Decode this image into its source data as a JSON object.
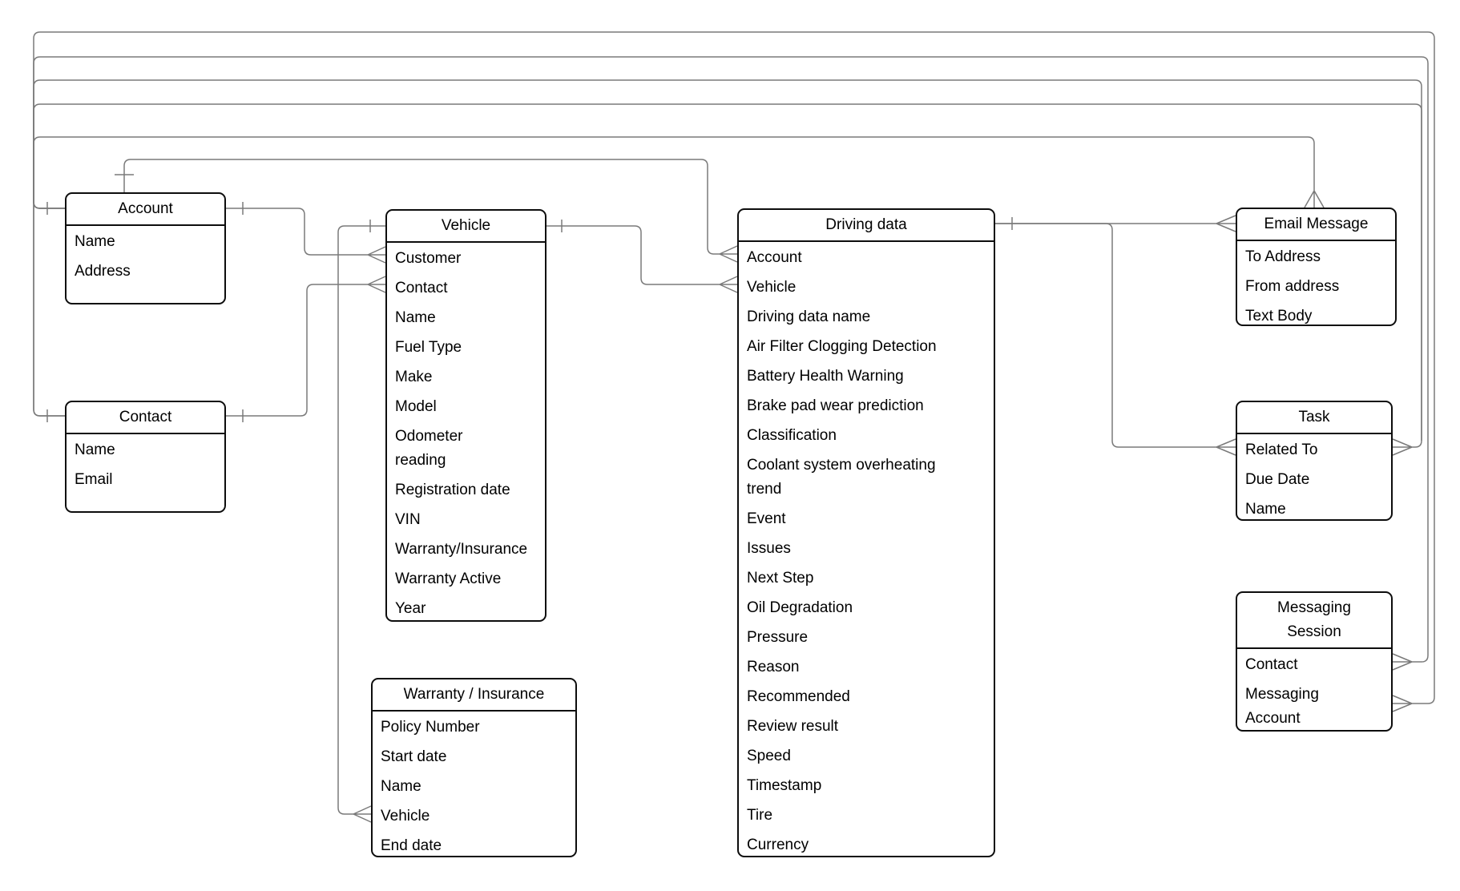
{
  "diagram": {
    "type": "entity-relationship-diagram",
    "colors": {
      "background": "#ffffff",
      "entity_border": "#0d0d0d",
      "connector_line": "#7a7a7a",
      "text": "#000000"
    },
    "notation": "crows-foot"
  },
  "entities": {
    "account": {
      "title": "Account",
      "fields": [
        "Name",
        "Address"
      ]
    },
    "contact": {
      "title": "Contact",
      "fields": [
        "Name",
        "Email"
      ]
    },
    "vehicle": {
      "title": "Vehicle",
      "fields": [
        "Customer",
        "Contact",
        "Name",
        "Fuel Type",
        "Make",
        "Model",
        "Odometer reading",
        "Registration date",
        "VIN",
        "Warranty/Insurance",
        "Warranty Active",
        "Year"
      ]
    },
    "warranty": {
      "title": "Warranty / Insurance",
      "fields": [
        "Policy Number",
        "Start date",
        "Name",
        "Vehicle",
        "End date"
      ]
    },
    "driving": {
      "title": "Driving data",
      "fields": [
        "Account",
        "Vehicle",
        "Driving data name",
        "Air Filter Clogging Detection",
        "Battery Health Warning",
        "Brake pad wear prediction",
        "Classification",
        "Coolant system overheating trend",
        "Event",
        "Issues",
        "Next Step",
        "Oil Degradation",
        "Pressure",
        "Reason",
        "Recommended",
        "Review result",
        "Speed",
        "Timestamp",
        "Tire",
        "Currency"
      ]
    },
    "email": {
      "title": "Email Message",
      "fields": [
        "To Address",
        "From address",
        "Text Body"
      ]
    },
    "task": {
      "title": "Task",
      "fields": [
        "Related To",
        "Due Date",
        "Name"
      ]
    },
    "messaging": {
      "title": "Messaging Session",
      "fields": [
        "Contact",
        "Messaging Account"
      ]
    }
  },
  "relationships": [
    "Account - Vehicle.Customer",
    "Contact - Vehicle.Contact",
    "Vehicle - Warranty/Insurance.Vehicle",
    "Account - Driving data.Account",
    "Vehicle - Driving data.Vehicle",
    "Driving data - Email Message",
    "Driving data - Task.Related To",
    "Account - Email Message",
    "Account - Task.Related To",
    "Contact - Task.Related To",
    "Contact - Messaging Session.Contact",
    "Account - Messaging Session.Messaging Account"
  ]
}
